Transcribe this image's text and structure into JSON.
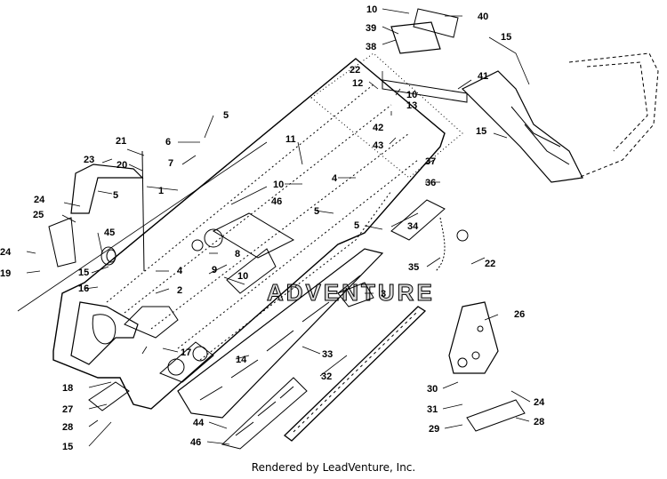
{
  "footer_text": "Rendered by LeadVenture, Inc.",
  "watermark": "ADVENTURE",
  "callouts": {
    "c10a": "10",
    "c40": "40",
    "c39": "39",
    "c38": "38",
    "c15a": "15",
    "c22a": "22",
    "c41": "41",
    "c12": "12",
    "c10b": "10",
    "c13": "13",
    "c42": "42",
    "c43": "43",
    "c15b": "15",
    "c5a": "5",
    "c6": "6",
    "c7": "7",
    "c11": "11",
    "c37": "37",
    "c21": "21",
    "c23": "23",
    "c20": "20",
    "c5b": "5",
    "c1": "1",
    "c10c": "10",
    "c4a": "4",
    "c36": "36",
    "c24a": "24",
    "c25": "25",
    "c46a": "46",
    "c5c": "5",
    "c5d": "5",
    "c45": "45",
    "c8": "8",
    "c34": "34",
    "c24b": "24",
    "c19": "19",
    "c15c": "15",
    "c4b": "4",
    "c9": "9",
    "c35": "35",
    "c22b": "22",
    "c16": "16",
    "c2": "2",
    "c10d": "10",
    "c3": "3",
    "c26": "26",
    "c17": "17",
    "c33": "33",
    "c14": "14",
    "c18": "18",
    "c32": "32",
    "c30": "30",
    "c24c": "24",
    "c27": "27",
    "c31": "31",
    "c28a": "28",
    "c28b": "28",
    "c29": "29",
    "c15d": "15",
    "c44": "44",
    "c46b": "46"
  }
}
